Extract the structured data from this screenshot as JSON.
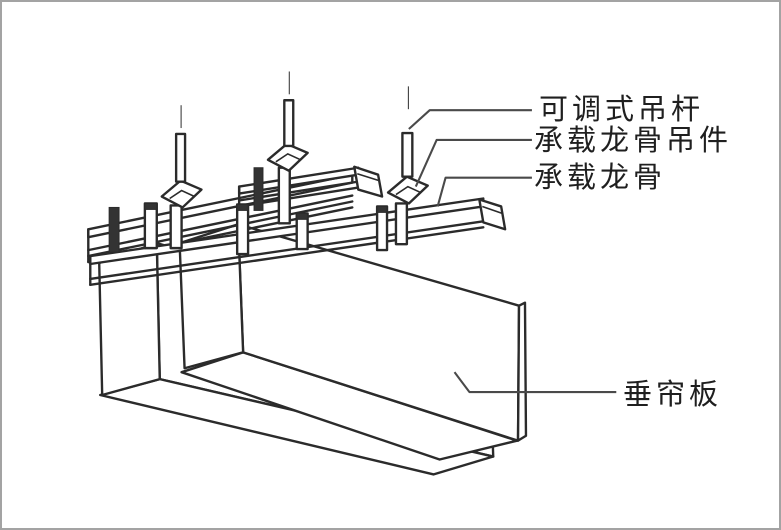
{
  "figure": {
    "labels": [
      {
        "text": "可调式吊杆"
      },
      {
        "text": "承载龙骨吊件"
      },
      {
        "text": "承载龙骨"
      },
      {
        "text": "垂帘板"
      }
    ],
    "colors": {
      "line": "#2b2b2b",
      "leader": "#4a4a4a",
      "background": "#ffffff",
      "border": "#a3a3a3",
      "text": "#1f1f1f"
    }
  }
}
